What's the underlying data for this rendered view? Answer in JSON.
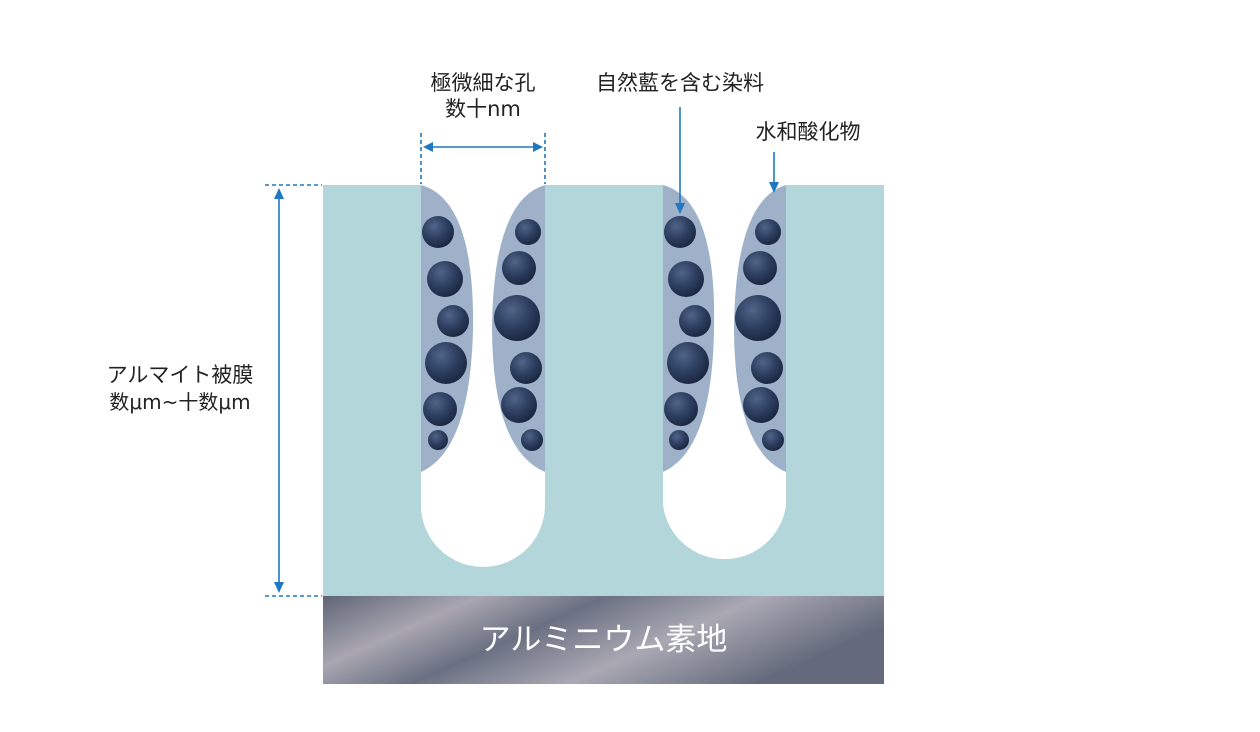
{
  "labels": {
    "pore_title": "極微細な孔",
    "pore_size": "数十nm",
    "dye": "自然藍を含む染料",
    "hydroxide": "水和酸化物",
    "film_title": "アルマイト被膜",
    "film_thickness": "数μm~十数μm",
    "substrate": "アルミニウム素地"
  },
  "colors": {
    "film": "#b3d6da",
    "coating": "#9eb1c9",
    "particle": "#2b3c5d",
    "arrow": "#1f78c1",
    "substrate_dark": "#5f6577",
    "substrate_light": "#a9a6b1",
    "text": "#222222"
  },
  "icons": {
    "dimension_arrow": "double-headed-arrow",
    "pointer_arrow": "down-arrow"
  }
}
